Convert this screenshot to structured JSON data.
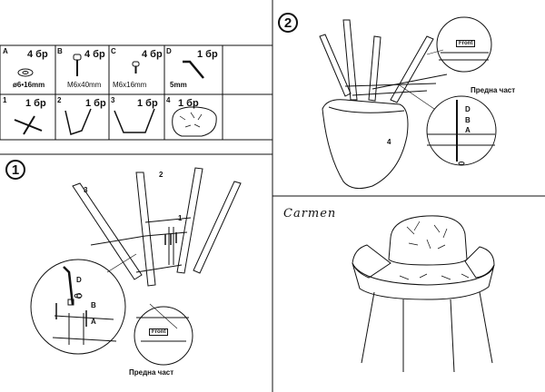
{
  "parts_hardware": [
    {
      "letter": "A",
      "qty": "4 бр",
      "size": "ø6•16mm",
      "icon": "washer-icon"
    },
    {
      "letter": "B",
      "qty": "4 бр",
      "size": "M6x40mm",
      "icon": "long-bolt-icon"
    },
    {
      "letter": "C",
      "qty": "4 бр",
      "size": "M6x16mm",
      "icon": "short-bolt-icon"
    },
    {
      "letter": "D",
      "qty": "1 бр",
      "size": "5mm",
      "icon": "allen-key-icon"
    }
  ],
  "parts_components": [
    {
      "num": "1",
      "qty": "1 бр",
      "icon": "cross-bracket-icon"
    },
    {
      "num": "2",
      "qty": "1 бр",
      "icon": "front-leg-pair-icon"
    },
    {
      "num": "3",
      "qty": "1 бр",
      "icon": "rear-leg-pair-icon"
    },
    {
      "num": "4",
      "qty": "1 бр",
      "icon": "seat-shell-icon"
    }
  ],
  "steps": {
    "step1": {
      "number": "1",
      "callouts": [
        "3",
        "2",
        "1"
      ],
      "hardware_labels": [
        "D",
        "C",
        "B",
        "A"
      ],
      "front_tag": "Front",
      "caption": "Предна част"
    },
    "step2": {
      "number": "2",
      "callouts": [
        "4"
      ],
      "hardware_labels": [
        "D",
        "B",
        "A"
      ],
      "front_tag": "Front",
      "caption": "Предна част"
    }
  },
  "model_name": "Carmen"
}
